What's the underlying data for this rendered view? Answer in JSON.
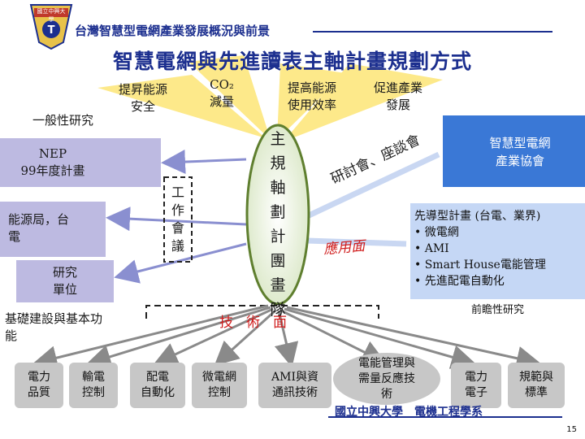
{
  "header": {
    "logo_text": "國立中興大學",
    "title": "台灣智慧型電網產業發展概況與前景"
  },
  "main_title": "智慧電網與先進讀表主軸計畫規劃方式",
  "goals": [
    {
      "label": "提昇能源\n安全"
    },
    {
      "label": "CO₂\n減量"
    },
    {
      "label": "提高能源\n使用效率"
    },
    {
      "label": "促進產業\n發展"
    }
  ],
  "left": {
    "general_research": "一般性研究",
    "nep": "NEP\n99年度計畫",
    "energy_bureau": "能源局，台\n電",
    "research_unit": "研究\n單位",
    "basic_construction": "基礎建設與基本功\n能"
  },
  "workshop": {
    "label": "工作會議"
  },
  "center": {
    "label": "主規軸劃計團畫隊"
  },
  "arc_text": "研討會、座談會",
  "application": "應用面",
  "technology": "技術面",
  "association": {
    "label": "智慧型電網\n產業協會"
  },
  "pilot": {
    "title": "先導型計畫 (台電、業界)",
    "items": [
      "• 微電網",
      "• AMI",
      "• Smart House電能管理",
      "• 先進配電自動化"
    ]
  },
  "forward_research": "前瞻性研究",
  "bottom": [
    {
      "label": "電力\n品質"
    },
    {
      "label": "輸電\n控制"
    },
    {
      "label": "配電\n自動化"
    },
    {
      "label": "微電網\n控制"
    },
    {
      "label": "AMI與資\n通訊技術"
    },
    {
      "label": "電能管理與\n需量反應技\n術"
    },
    {
      "label": "電力\n電子"
    },
    {
      "label": "規範與\n標準"
    }
  ],
  "footer": "國立中興大學　電機工程學系",
  "page_number": "15",
  "colors": {
    "title_blue": "#1c2f8f",
    "ray_yellow": "#fde98a",
    "purple": "#b9b6df",
    "center_green": "#e6efd8",
    "right_blue": "#3a78d6",
    "bottom_gray": "#c7c7c7",
    "red_text": "#d01c1c"
  }
}
